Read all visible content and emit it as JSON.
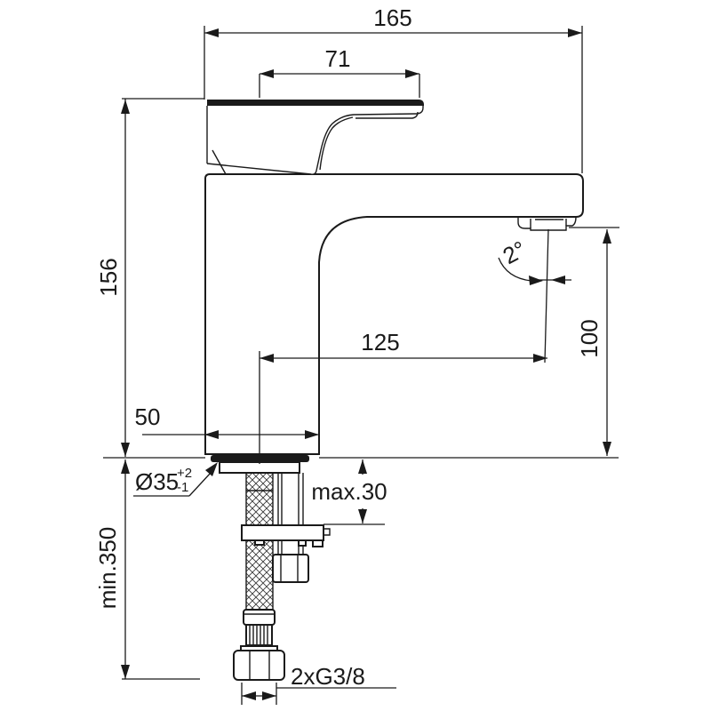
{
  "drawing": {
    "type": "technical-dimension-drawing",
    "subject": "single-lever basin mixer tap, side view with supply hose",
    "labels": {
      "total_width": "165",
      "handle_projection": "71",
      "overall_height": "156",
      "base_width": "50",
      "spout_reach": "125",
      "outlet_height": "100",
      "outlet_angle": "2°",
      "hole_diameter": "Ø35",
      "hole_tolerance_plus": "+2",
      "hole_tolerance_minus": "-1",
      "max_deck_thickness": "max.30",
      "min_clearance": "min.350",
      "supply_connection": "2xG3/8"
    },
    "line_color": "#1a1a1a",
    "background_color": "#ffffff"
  }
}
